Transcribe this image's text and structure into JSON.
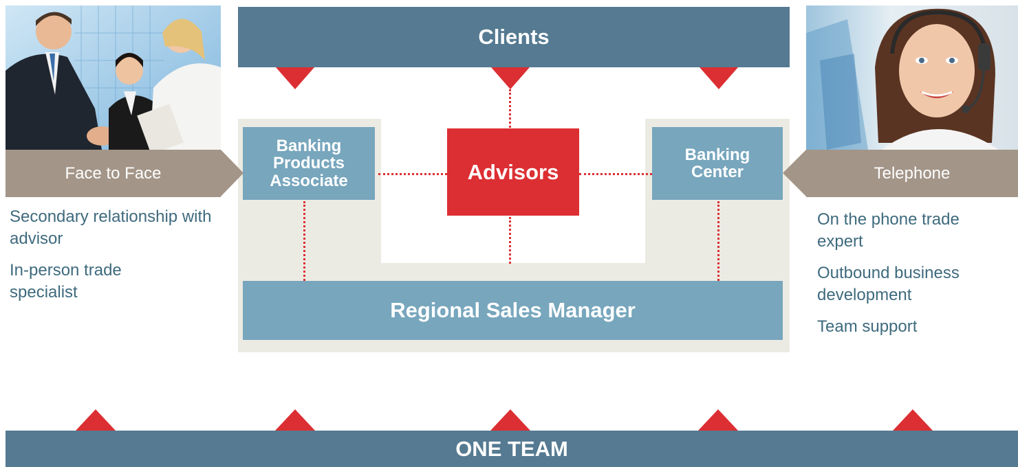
{
  "top": {
    "clients_label": "Clients"
  },
  "center": {
    "advisors_label": "Advisors",
    "left_box_label": "Banking Products Associate",
    "right_box_label": "Banking Center",
    "manager_label": "Regional Sales Manager"
  },
  "left_channel": {
    "label": "Face to Face",
    "bullets": [
      "Secondary relationship with advisor",
      "In-person trade specialist"
    ]
  },
  "right_channel": {
    "label": "Telephone",
    "bullets": [
      "On the phone trade expert",
      "Outbound business development",
      "Team support"
    ]
  },
  "bottom": {
    "team_label": "ONE TEAM"
  },
  "colors": {
    "dark_blue": "#557a91",
    "light_blue": "#77a6bd",
    "accent_red": "#dc2f33",
    "beige": "#ecebe3",
    "taupe": "#a39588",
    "text_blue": "#3e6a7d"
  }
}
